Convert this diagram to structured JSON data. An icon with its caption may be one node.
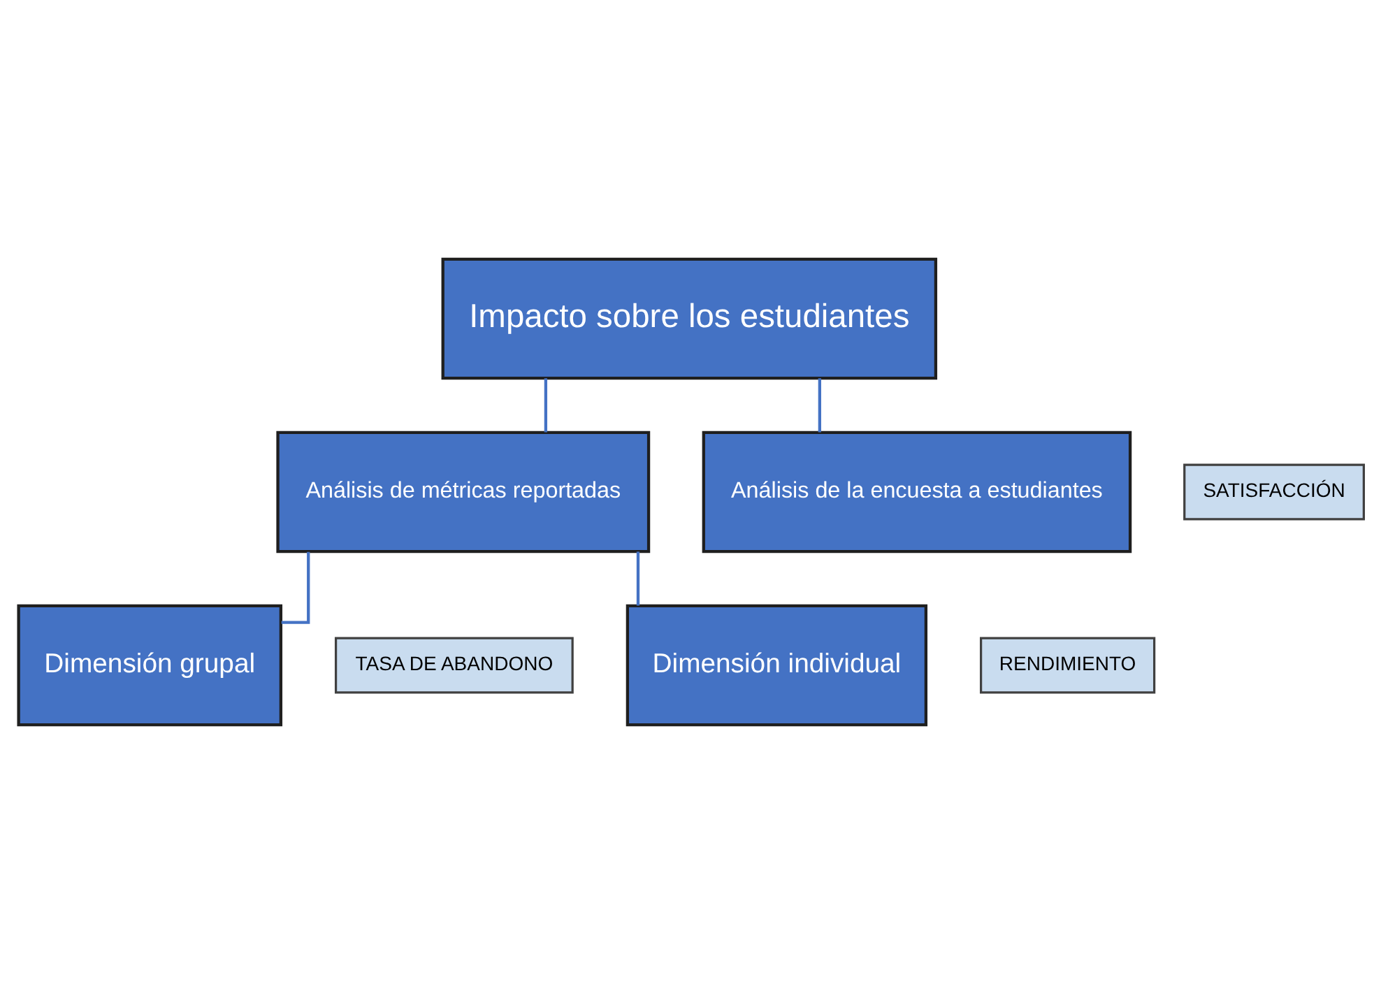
{
  "diagram": {
    "nodes": [
      {
        "text": [
          "Impacto sobre los estudiantes"
        ]
      },
      {
        "text": [
          "Análisis de métricas reportadas"
        ]
      },
      {
        "text": [
          "Análisis de la encuesta a estudiantes"
        ]
      },
      {
        "text": [
          "SATISFACCIÓN"
        ]
      },
      {
        "text": [
          "Dimensión grupal"
        ]
      },
      {
        "text": [
          "Dimensión individual"
        ]
      },
      {
        "text": [
          "TASA DE ABANDONO"
        ]
      },
      {
        "text": [
          "RENDIMIENTO"
        ]
      }
    ],
    "edges": [
      {
        "from": 0,
        "to": 1,
        "arrow": "none"
      },
      {
        "from": 0,
        "to": 2,
        "arrow": "none"
      },
      {
        "from": 1,
        "to": 4,
        "arrow": "none"
      },
      {
        "from": 1,
        "to": 5,
        "arrow": "none"
      }
    ]
  }
}
